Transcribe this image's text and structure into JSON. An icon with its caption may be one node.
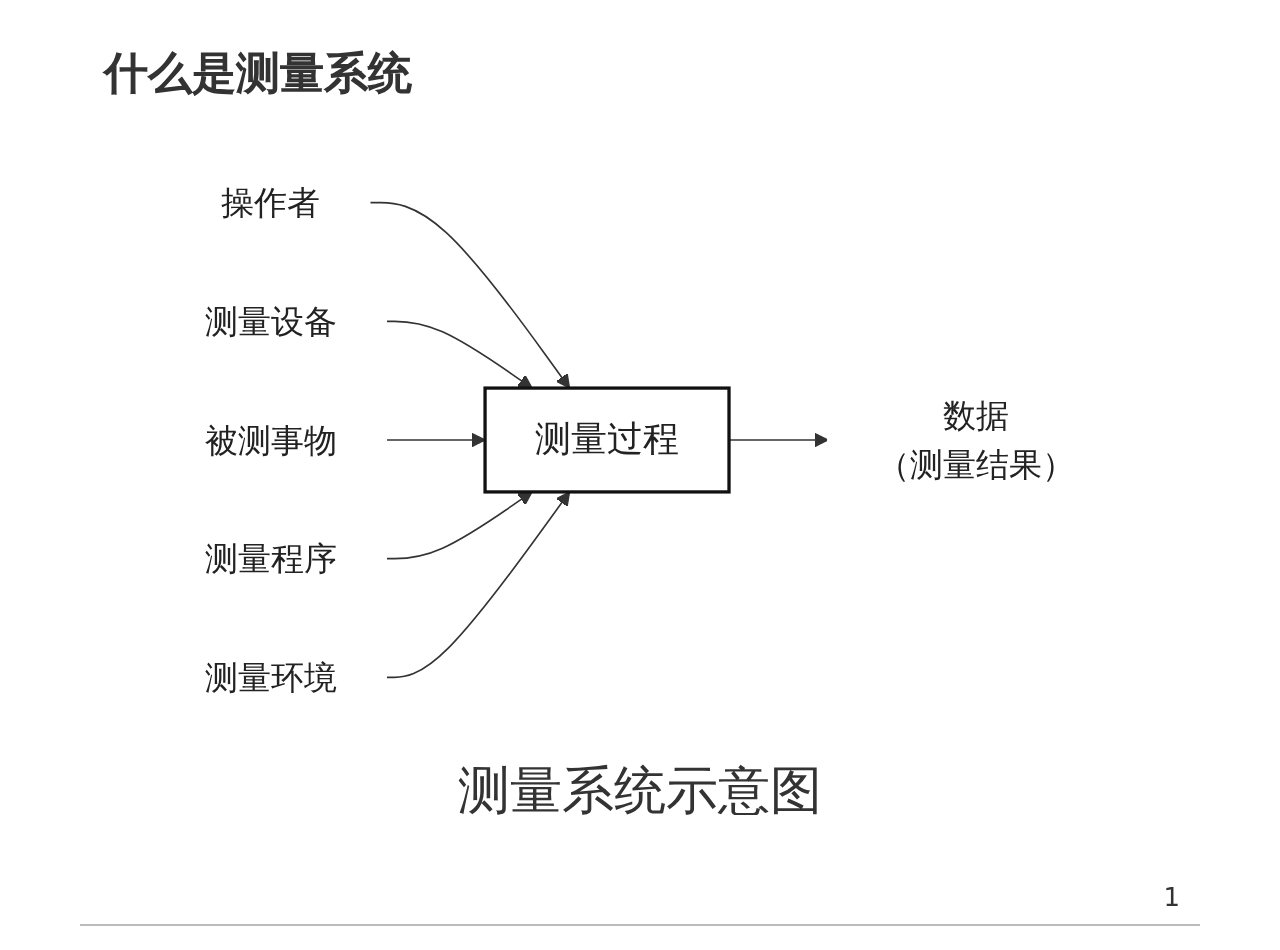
{
  "diagram": {
    "title": "什么是测量系统",
    "caption": "测量系统示意图",
    "nodes": [
      {
        "text": [
          "操作者"
        ]
      },
      {
        "text": [
          "测量设备"
        ]
      },
      {
        "text": [
          "被测事物"
        ]
      },
      {
        "text": [
          "测量程序"
        ]
      },
      {
        "text": [
          "测量环境"
        ]
      },
      {
        "text": [
          "测量过程"
        ]
      },
      {
        "text": [
          "数据",
          "（测量结果）"
        ]
      }
    ],
    "edges": [
      {
        "from": 0,
        "to": 5,
        "arrow": "to"
      },
      {
        "from": 1,
        "to": 5,
        "arrow": "to"
      },
      {
        "from": 2,
        "to": 5,
        "arrow": "to"
      },
      {
        "from": 3,
        "to": 5,
        "arrow": "to"
      },
      {
        "from": 4,
        "to": 5,
        "arrow": "to"
      },
      {
        "from": 5,
        "to": 6,
        "arrow": "to"
      }
    ],
    "labels": [
      "1"
    ]
  }
}
